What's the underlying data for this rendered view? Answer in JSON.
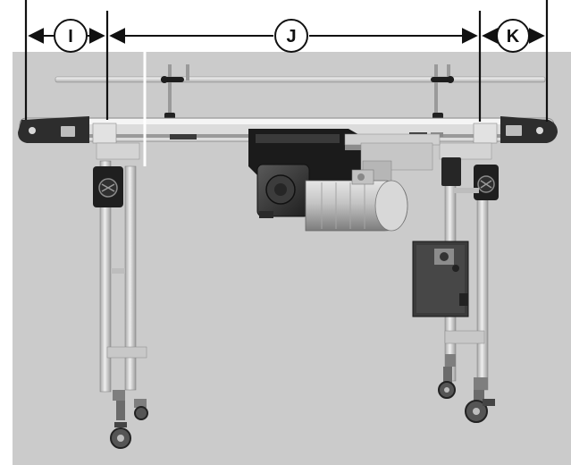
{
  "dimensions": {
    "labels": {
      "I": "I",
      "J": "J",
      "K": "K"
    }
  },
  "colors": {
    "background": "#cbcbcb",
    "frame_aluminum": "#d9d9d9",
    "belt_dark": "#2a2a2a",
    "motor_silver": "#b8b8b8",
    "leader_line": "#111111"
  }
}
